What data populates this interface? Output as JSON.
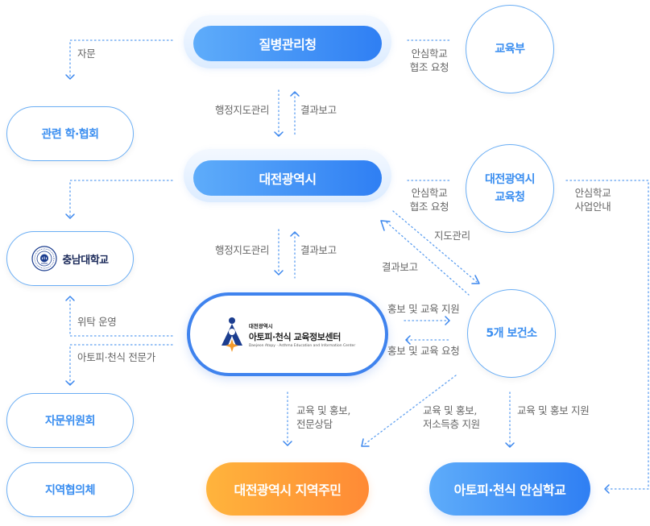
{
  "nodes": {
    "kdca": "질병관리청",
    "moe": "교육부",
    "associations": "관련 학·협회",
    "daejeon_city": "대전광역시",
    "daejeon_edu": [
      "대전광역시",
      "교육청"
    ],
    "cnu": "충남대학교",
    "center": {
      "org": "대전광역시",
      "name": "아토피·천식 교육정보센터",
      "english": "Daejeon Atopy · Asthma Education and Information Center"
    },
    "health_centers": "5개 보건소",
    "advisory_committee": "자문위원회",
    "regional_council": "지역협의체",
    "residents": "대전광역시 지역주민",
    "safe_school": "아토피·천식 안심학교"
  },
  "edges": {
    "advice": "자문",
    "kdca_moe": [
      "안심학교",
      "협조 요청"
    ],
    "kdca_down": "행정지도관리",
    "kdca_up": "결과보고",
    "city_edu": [
      "안심학교",
      "협조 요청"
    ],
    "edu_school": [
      "안심학교",
      "사업안내"
    ],
    "city_down": "행정지도관리",
    "city_up": "결과보고",
    "city_health_down": "지도관리",
    "city_health_up": "결과보고",
    "entrust": "위탁 운영",
    "expert": "아토피·천식 전문가",
    "center_to_health": "홍보 및 교육 지원",
    "health_to_center": "홍보 및 교육 요청",
    "center_residents": [
      "교육 및 홍보,",
      "전문상담"
    ],
    "health_residents": [
      "교육 및 홍보,",
      "저소득층 지원"
    ],
    "health_school": "교육 및 홍보 지원"
  },
  "colors": {
    "primary_blue": "#3f83ee",
    "light_blue": "#5eacfa",
    "outline_blue": "#6aaef5",
    "text_blue": "#3a8ef0",
    "orange_start": "#ffb43c",
    "orange_end": "#ff8a35",
    "label_gray": "#666666",
    "logo_navy": "#1b3d8f",
    "logo_orange": "#f39a2b"
  }
}
